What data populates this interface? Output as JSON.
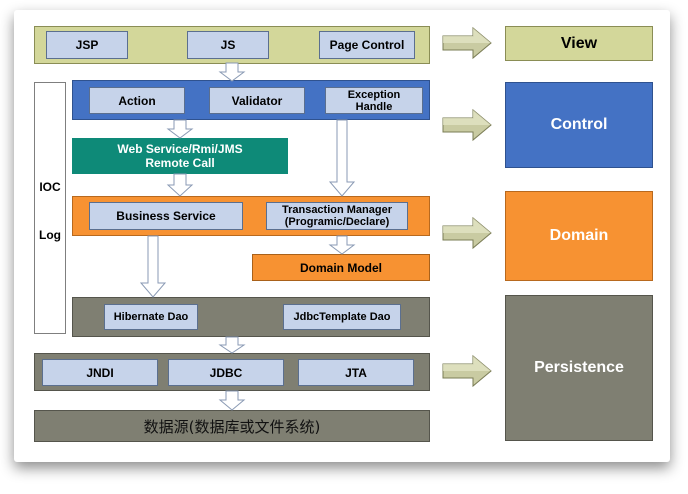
{
  "view_layer": {
    "jsp": "JSP",
    "js": "JS",
    "page_control": "Page Control"
  },
  "sidebar": {
    "ioc": "IOC",
    "log": "Log"
  },
  "control_layer": {
    "action": "Action",
    "validator": "Validator",
    "exception_line1": "Exception",
    "exception_line2": "Handle"
  },
  "remote": {
    "line1": "Web Service/Rmi/JMS",
    "line2": "Remote Call"
  },
  "domain_layer": {
    "business_service": "Business Service",
    "tx_line1": "Transaction Manager",
    "tx_line2": "(Programic/Declare)",
    "domain_model": "Domain Model"
  },
  "dao_layer": {
    "hibernate": "Hibernate Dao",
    "jdbctemplate": "JdbcTemplate Dao"
  },
  "infra_layer": {
    "jndi": "JNDI",
    "jdbc": "JDBC",
    "jta": "JTA"
  },
  "datasource": {
    "label": "数据源(数据库或文件系统)"
  },
  "layers": {
    "view": "View",
    "control": "Control",
    "domain": "Domain",
    "persistence": "Persistence"
  },
  "colors": {
    "view": "#d3d79a",
    "control": "#4472c4",
    "domain": "#f79232",
    "persistence": "#7f7f72",
    "remote_call": "#0e8a78",
    "light_box": "#c6d3ea"
  }
}
